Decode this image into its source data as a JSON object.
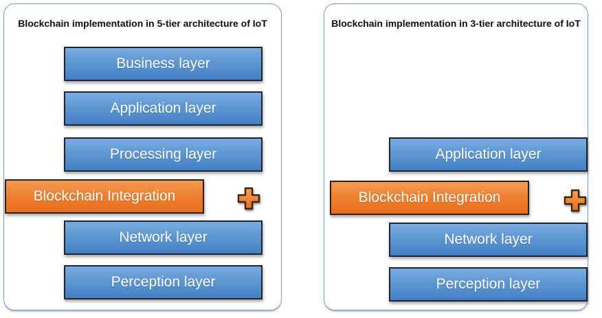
{
  "panels": [
    {
      "title": "Blockchain implementation in 5-tier architecture of IoT",
      "layers": [
        {
          "label": "Business layer",
          "type": "blue"
        },
        {
          "label": "Application layer",
          "type": "blue"
        },
        {
          "label": "Processing layer",
          "type": "blue"
        },
        {
          "label": "Blockchain Integration",
          "type": "orange"
        },
        {
          "label": "Network layer",
          "type": "blue"
        },
        {
          "label": "Perception layer",
          "type": "blue"
        }
      ],
      "icon": "plus-icon"
    },
    {
      "title": "Blockchain implementation in 3-tier architecture of IoT",
      "layers": [
        {
          "label": "Application layer",
          "type": "blue"
        },
        {
          "label": "Blockchain Integration",
          "type": "orange"
        },
        {
          "label": "Network layer",
          "type": "blue"
        },
        {
          "label": "Perception layer",
          "type": "blue"
        }
      ],
      "icon": "plus-icon"
    }
  ],
  "colors": {
    "layer_blue": "#5B9BD5",
    "layer_blue_gradient_top": "#7AABE0",
    "layer_blue_gradient_bottom": "#4480C5",
    "layer_orange": "#ED7D31",
    "layer_orange_gradient_top": "#F49C52",
    "layer_orange_gradient_bottom": "#E86F1C",
    "box_border_dark": "#1F2630",
    "panel_border": "#7C9CC4",
    "title_text": "#0D0D0D",
    "layer_text": "#FFFFFF"
  }
}
